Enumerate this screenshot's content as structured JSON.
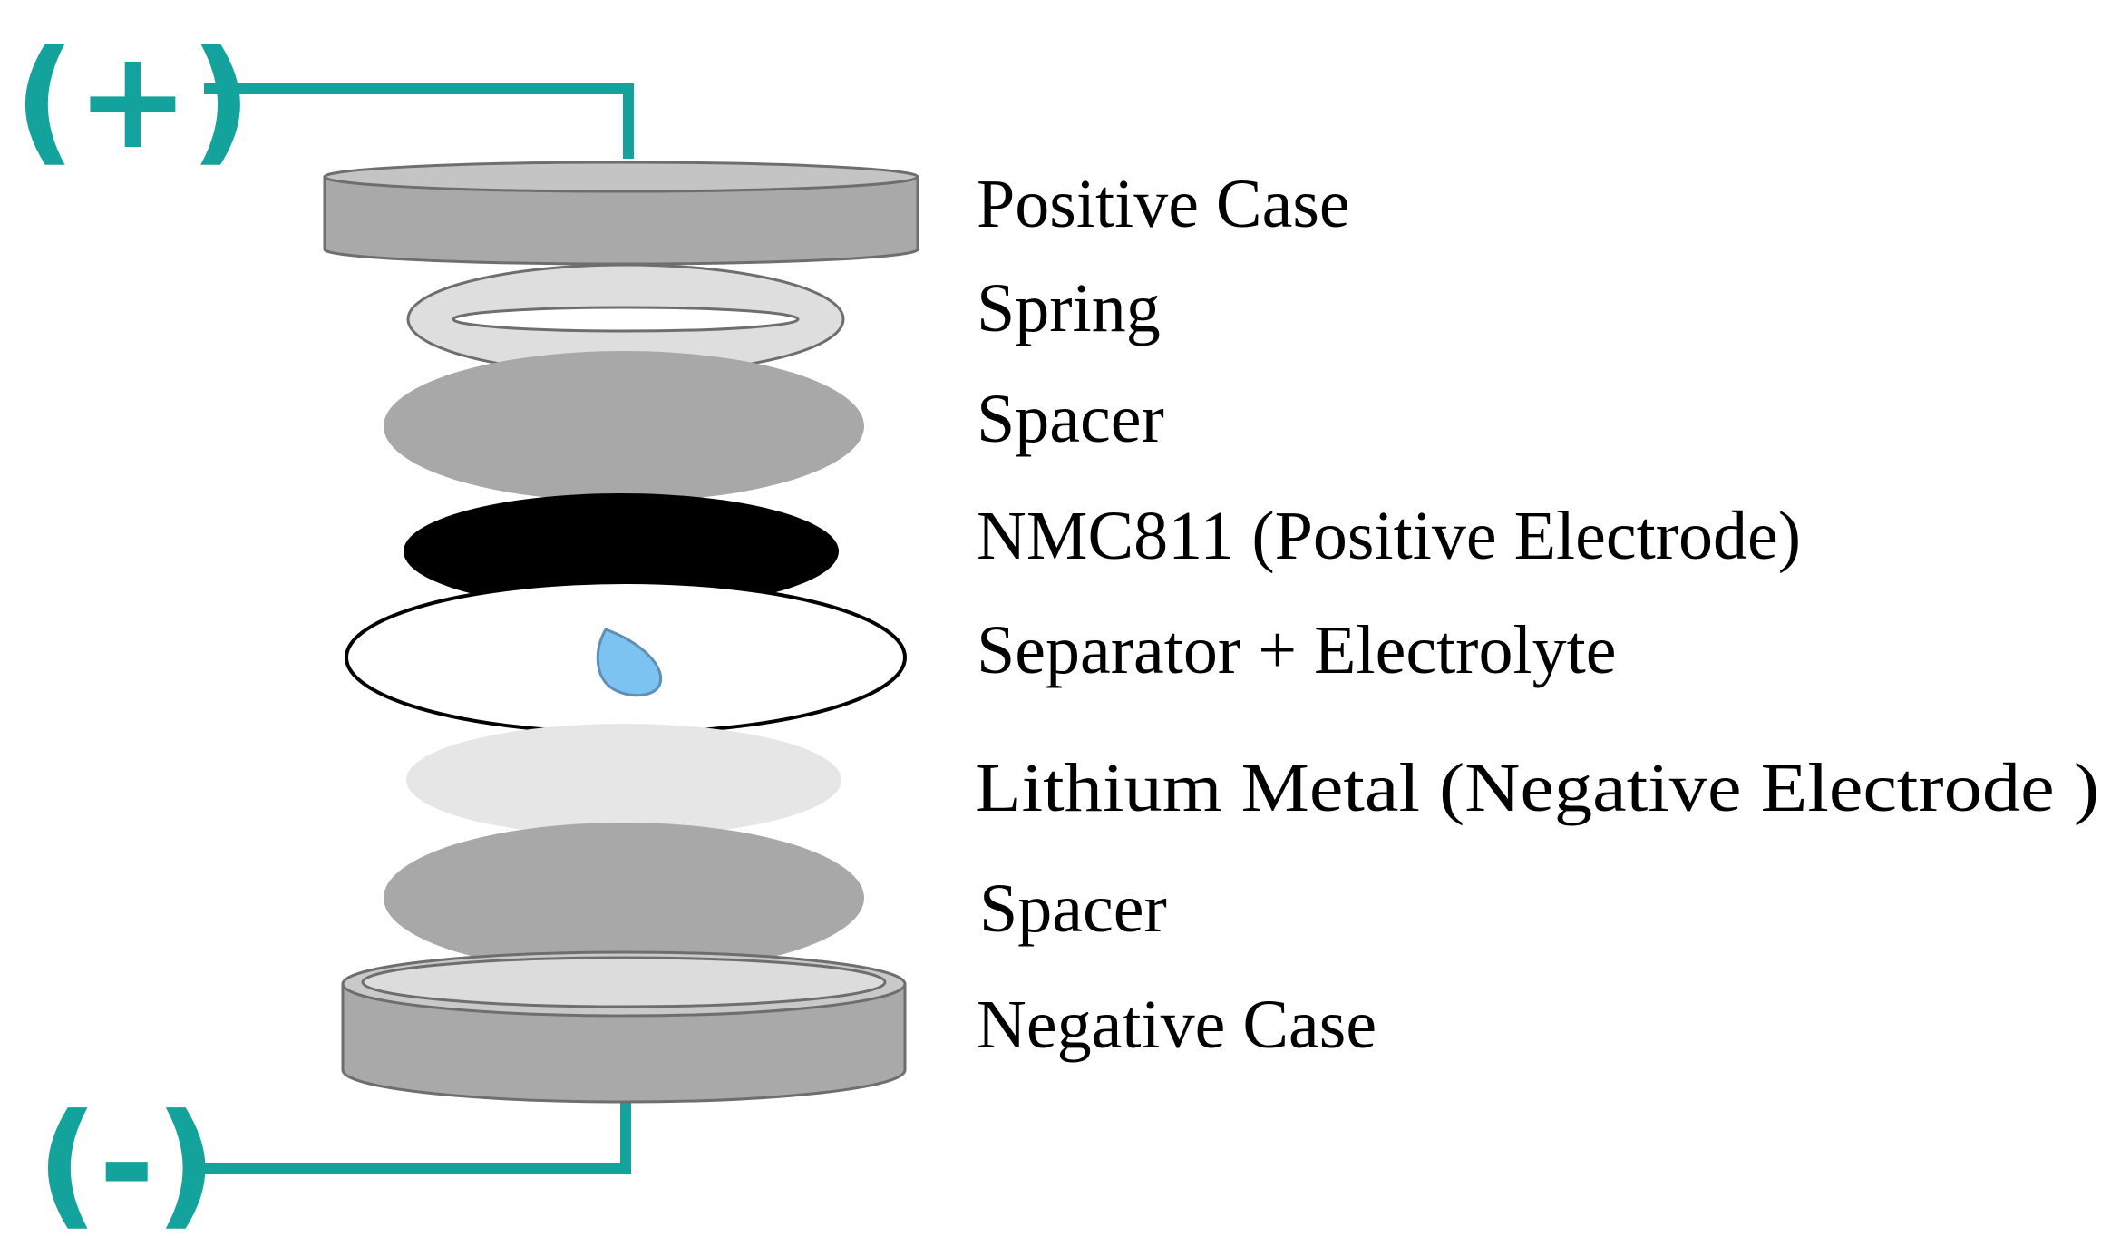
{
  "terminals": {
    "positive": "(+)",
    "negative": "(-)"
  },
  "layers": [
    {
      "name": "positive-case",
      "label": "Positive Case"
    },
    {
      "name": "spring",
      "label": "Spring"
    },
    {
      "name": "spacer-top",
      "label": "Spacer"
    },
    {
      "name": "positive-electrode",
      "label": "NMC811 (Positive Electrode)"
    },
    {
      "name": "separator",
      "label": "Separator + Electrolyte"
    },
    {
      "name": "negative-electrode",
      "label": "Lithium Metal (Negative Electrode )"
    },
    {
      "name": "spacer-bottom",
      "label": "Spacer"
    },
    {
      "name": "negative-case",
      "label": "Negative Case"
    }
  ],
  "colors": {
    "terminal": "#14a29c",
    "case": "#a9a9a9",
    "case_top": "#c4c4c4",
    "spring": "#dedede",
    "spacer": "#a8a8a8",
    "cathode": "#000000",
    "separator": "#ffffff",
    "lithium": "#e6e6e6",
    "electrolyte_drop": "#7cc3f2"
  }
}
